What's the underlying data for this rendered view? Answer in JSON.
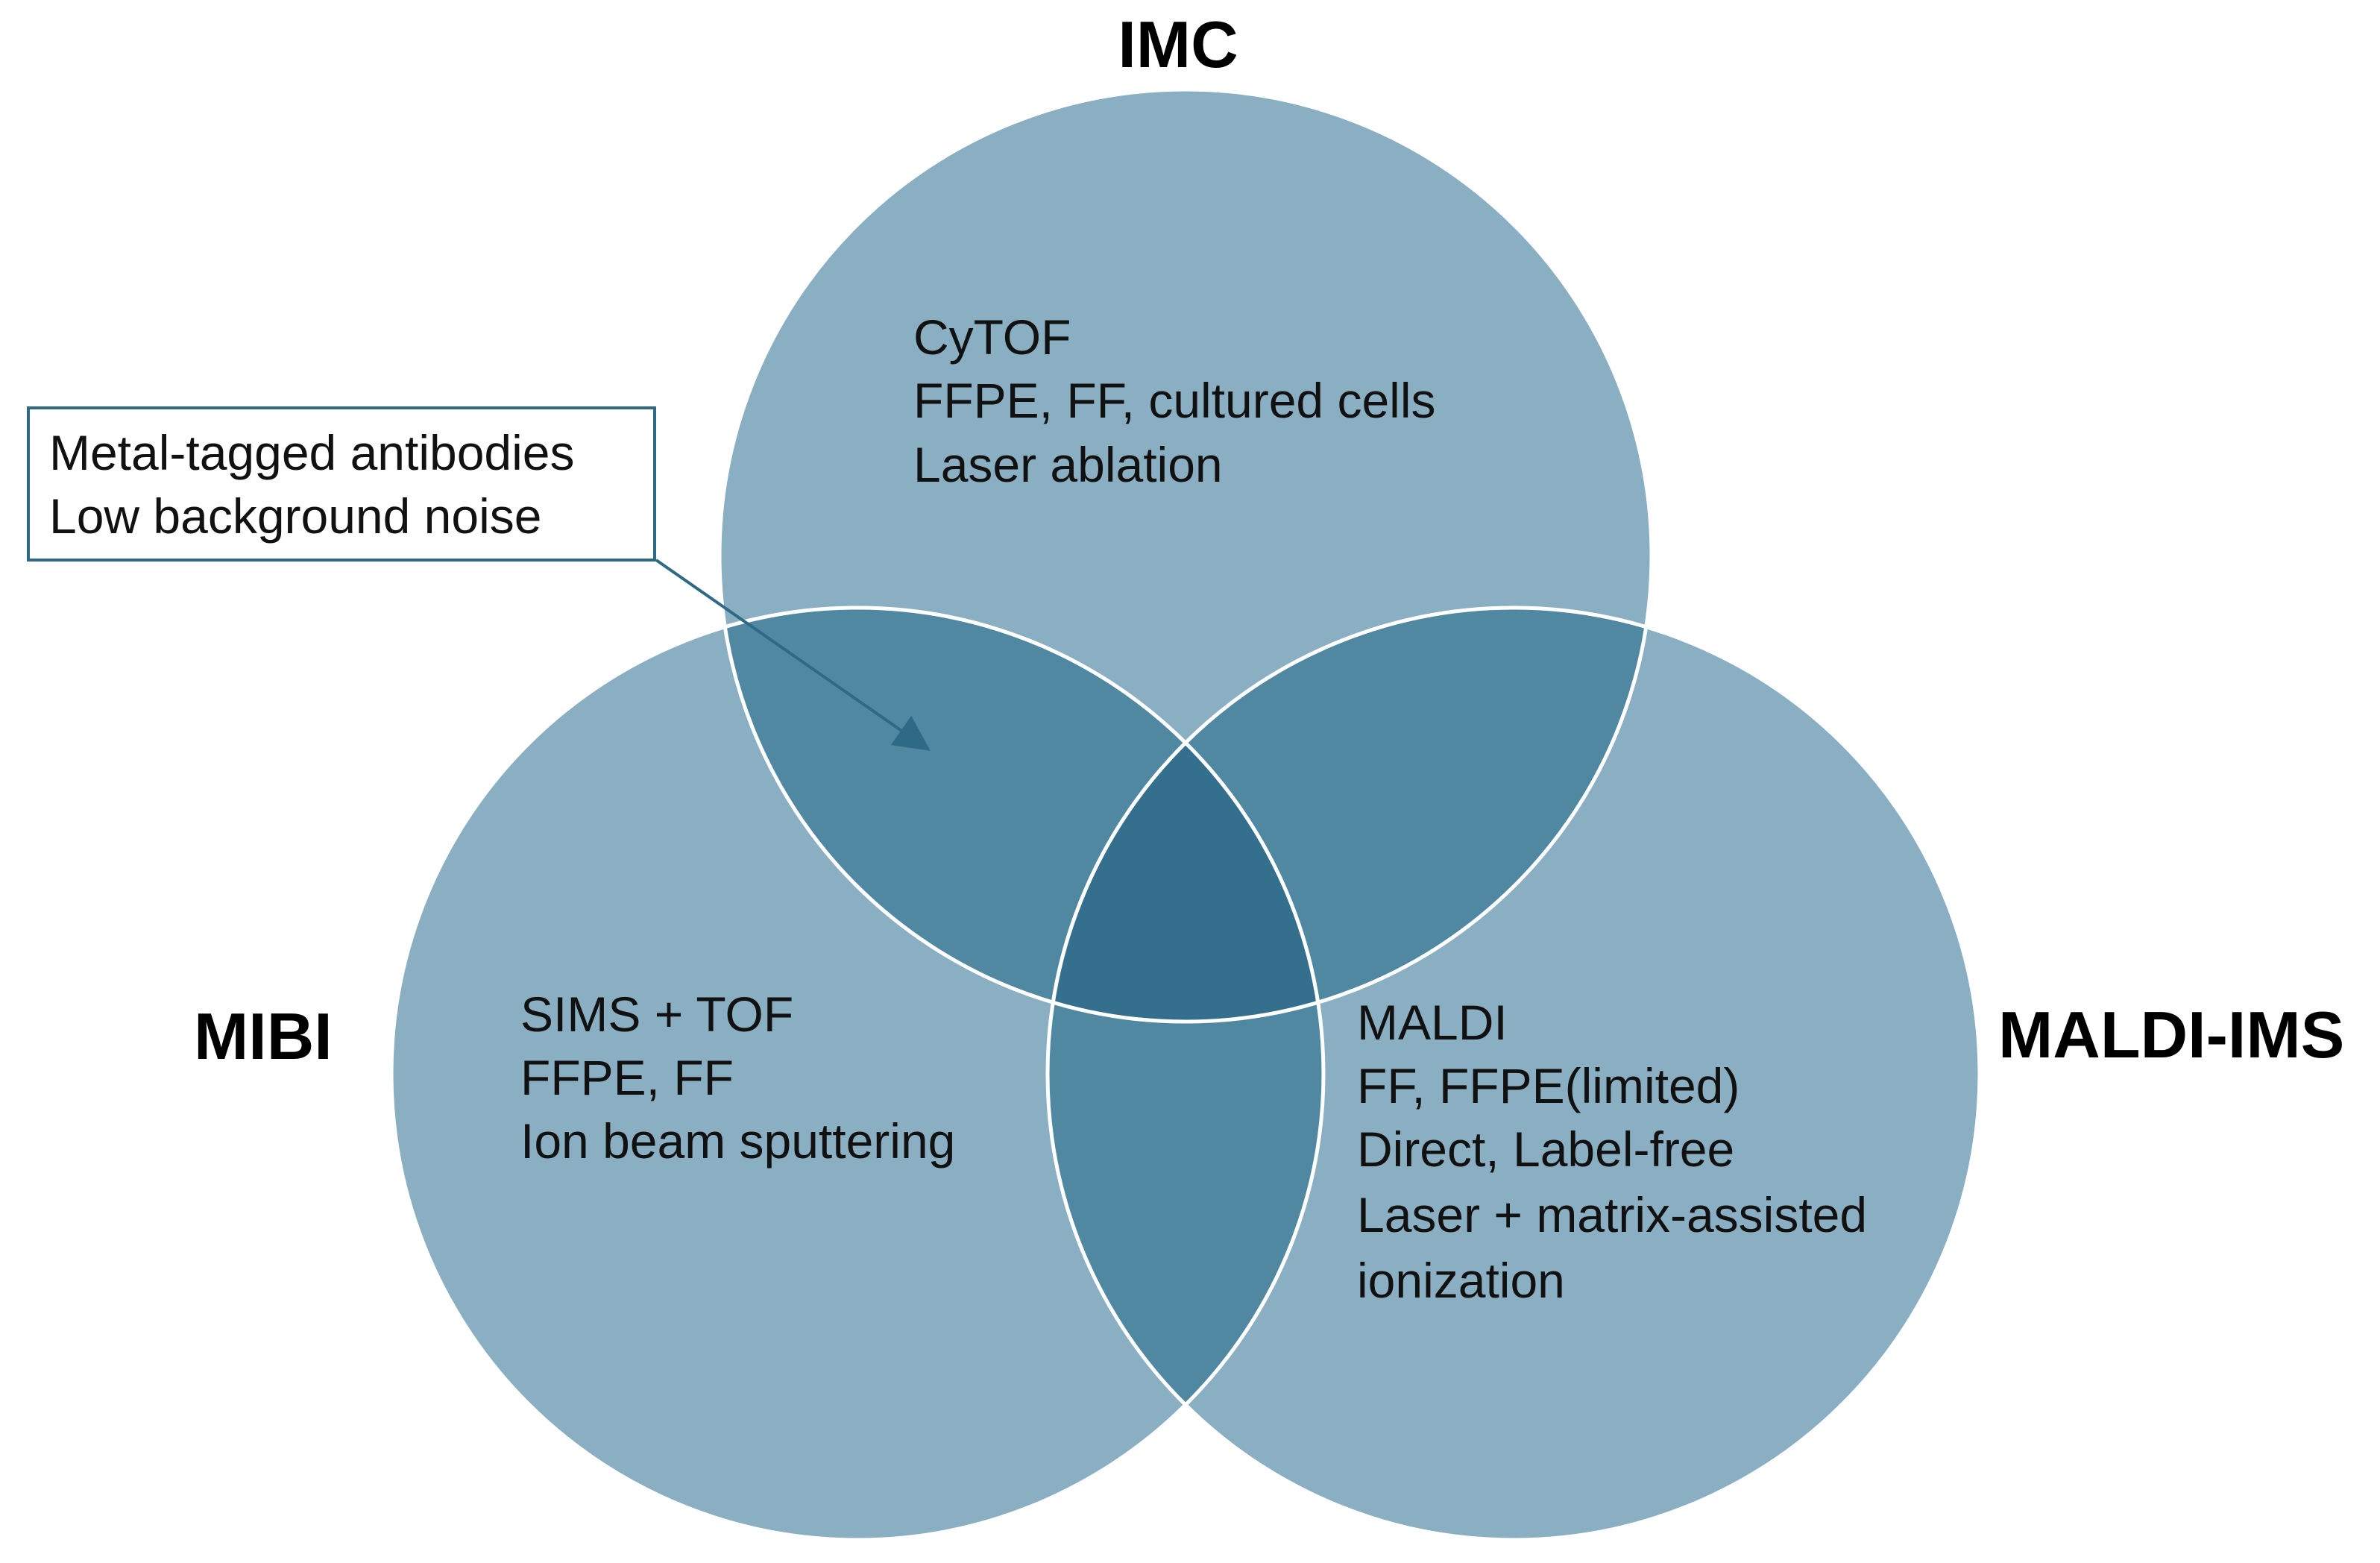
{
  "diagram": {
    "sets": {
      "imc": {
        "title": "IMC",
        "lines": [
          "CyTOF",
          "FFPE, FF, cultured cells",
          "Laser ablation"
        ]
      },
      "mibi": {
        "title": "MIBI",
        "lines": [
          "SIMS + TOF",
          "FFPE, FF",
          "Ion beam sputtering"
        ]
      },
      "maldi": {
        "title": "MALDI-IMS",
        "lines": [
          "MALDI",
          "FF, FFPE(limited)",
          "Direct, Label-free",
          "Laser + matrix-assisted",
          "ionization"
        ]
      }
    },
    "callout": {
      "lines": [
        "Metal-tagged antibodies",
        "Low background noise"
      ]
    },
    "colors": {
      "circle_fill": "#8bafc2",
      "circle_opacity": 1,
      "pair_overlap": "#5088a2",
      "triple_overlap": "#346f8e",
      "circle_stroke": "#ffffff",
      "callout_border": "#2e6a86",
      "arrow": "#2e6a86"
    }
  }
}
